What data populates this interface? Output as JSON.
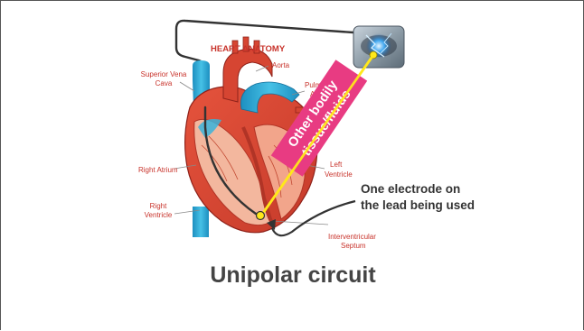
{
  "heart": {
    "title": "HEART ANATOMY",
    "labels": {
      "superior_vena_cava_1": "Superior Vena",
      "superior_vena_cava_2": "Cava",
      "aorta": "Aorta",
      "pulmonary_artery_1": "Pulmona",
      "pulmonary_artery_2": "Arter",
      "right_atrium": "Right Atrium",
      "right_ventricle_1": "Right",
      "right_ventricle_2": "Ventricle",
      "left_ventricle_1": "Left",
      "left_ventricle_2": "Ventricle",
      "interventricular_septum_1": "Interventricular",
      "interventricular_septum_2": "Septum"
    }
  },
  "banner": {
    "line1": "Other bodily",
    "line2": "tissue/fluids"
  },
  "electrode_note": {
    "line1": "One electrode on",
    "line2": "the lead being used"
  },
  "slide_title": "Unipolar circuit",
  "colors": {
    "vessel_blue": "#2eaed6",
    "heart_red": "#d9412e",
    "heart_dark": "#a8281f",
    "banner_pink": "#e83b82",
    "current_yellow": "#ffe81a",
    "lead_gray": "#333333"
  }
}
